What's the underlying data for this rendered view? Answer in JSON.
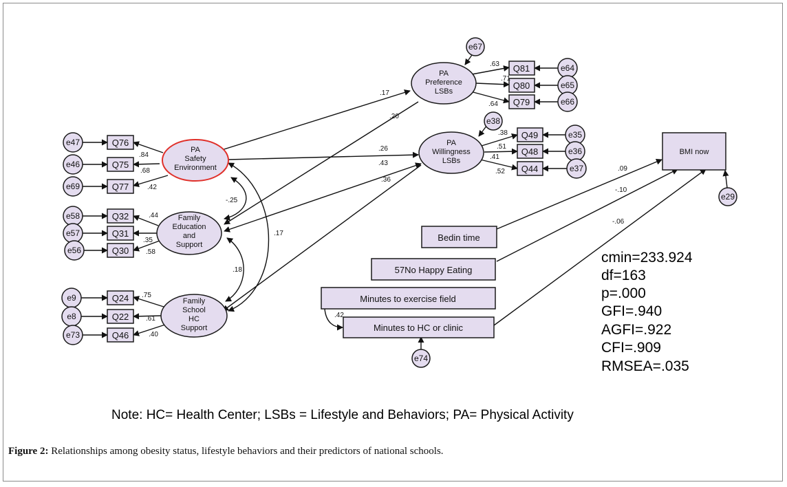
{
  "figure": {
    "caption_label": "Figure 2:",
    "caption_text": " Relationships among obesity status, lifestyle behaviors and their predictors of national schools.",
    "note": "Note: HC= Health Center; LSBs = Lifestyle and Behaviors; PA= Physical Activity"
  },
  "latents": {
    "pa_safety": [
      "PA",
      "Safety",
      "Environment"
    ],
    "family_edu": [
      "Family",
      "Education",
      "and",
      "Support"
    ],
    "family_school": [
      "Family",
      "School",
      "HC",
      "Support"
    ],
    "pa_pref": [
      "PA",
      "Preference",
      "LSBs"
    ],
    "pa_will": [
      "PA",
      "Willingness",
      "LSBs"
    ]
  },
  "observed": {
    "q76": "Q76",
    "q75": "Q75",
    "q77": "Q77",
    "q32": "Q32",
    "q31": "Q31",
    "q30": "Q30",
    "q24": "Q24",
    "q22": "Q22",
    "q46": "Q46",
    "q81": "Q81",
    "q80": "Q80",
    "q79": "Q79",
    "q49": "Q49",
    "q48": "Q48",
    "q44": "Q44",
    "bmi": "BMI now",
    "bedin": "Bedin time",
    "happy": "57No Happy Eating",
    "exercise": "Minutes to exercise field",
    "hc": "Minutes to HC or clinic"
  },
  "errors": {
    "e47": "e47",
    "e46": "e46",
    "e69": "e69",
    "e58": "e58",
    "e57": "e57",
    "e56": "e56",
    "e9": "e9",
    "e8": "e8",
    "e73": "e73",
    "e67": "e67",
    "e64": "e64",
    "e65": "e65",
    "e66": "e66",
    "e38": "e38",
    "e35": "e35",
    "e36": "e36",
    "e37": "e37",
    "e29": "e29",
    "e74": "e74"
  },
  "coefficients": {
    "c84": ".84",
    "c68": ".68",
    "c42a": ".42",
    "c44": ".44",
    "c35": ".35",
    "c58": ".58",
    "c75": ".75",
    "c61": ".61",
    "c40": ".40",
    "c63": ".63",
    "c71": ".71",
    "c64": ".64",
    "c38": ".38",
    "c51": ".51",
    "c41": ".41",
    "c52": ".52",
    "c17a": ".17",
    "c20": ".20",
    "c26": ".26",
    "c43": ".43",
    "c36": ".36",
    "cm25": "-.25",
    "c17b": ".17",
    "c18": ".18",
    "c09": ".09",
    "cm10": "-.10",
    "cm06": "-.06",
    "c42b": ".42"
  },
  "fit_stats": [
    "cmin=233.924",
    "df=163",
    "p=.000",
    "GFI=.940",
    "AGFI=.922",
    "CFI=.909",
    "RMSEA=.035"
  ],
  "colors": {
    "node_fill": "#e4dcef",
    "highlight": "#e0302a",
    "line": "#111111"
  }
}
